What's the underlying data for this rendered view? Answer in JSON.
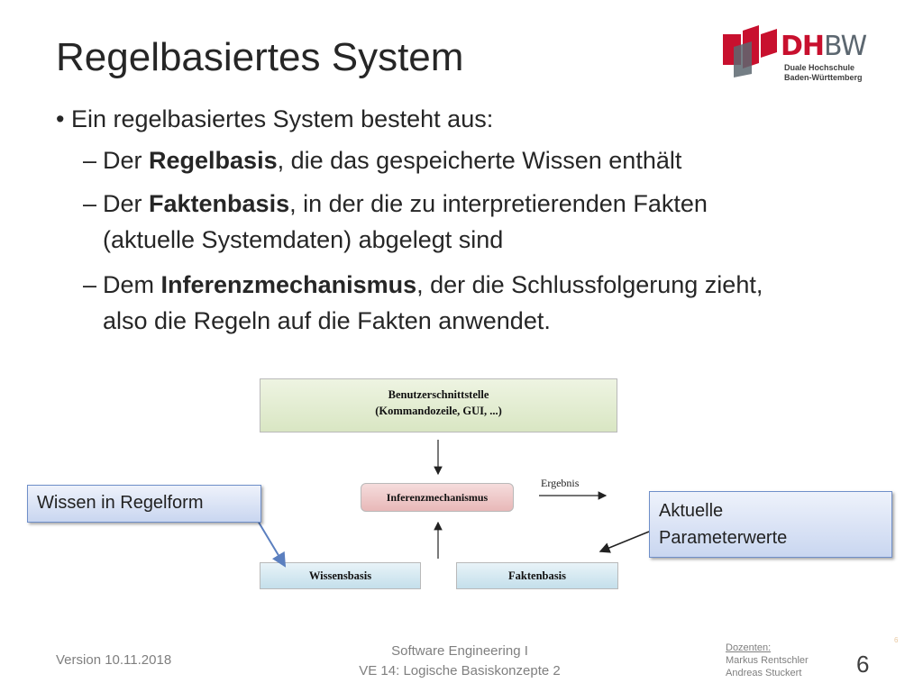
{
  "slide": {
    "title": "Regelbasiertes System",
    "bullet": "Ein regelbasiertes System besteht aus:",
    "items": [
      {
        "dash": "–",
        "pre": "Der ",
        "bold": "Regelbasis",
        "post": ", die das gespeicherte Wissen enthält",
        "line2": ""
      },
      {
        "dash": "–",
        "pre": "Der ",
        "bold": "Faktenbasis",
        "post": ", in der die zu interpretierenden Fakten",
        "line2": "(aktuelle Systemdaten) abgelegt sind"
      },
      {
        "dash": "–",
        "pre": "Dem ",
        "bold": "Inferenzmechanismus",
        "post": ", der die Schlussfolgerung zieht,",
        "line2": "also die Regeln auf die Fakten anwendet."
      }
    ]
  },
  "logo": {
    "brand_part1": "DH",
    "brand_part2": "BW",
    "line1": "Duale Hochschule",
    "line2": "Baden-Württemberg",
    "accent": "#c8102e",
    "secondary": "#5c6770"
  },
  "diagram": {
    "ui_line1": "Benutzerschnittstelle",
    "ui_line2": "(Kommandozeile, GUI, ...)",
    "inference": "Inferenzmechanismus",
    "result": "Ergebnis",
    "knowledge_base": "Wissensbasis",
    "fact_base": "Faktenbasis"
  },
  "callouts": {
    "left": "Wissen in Regelform",
    "right_line1": "Aktuelle",
    "right_line2": "Parameterwerte"
  },
  "footer": {
    "version": "Version 10.11.2018",
    "course_line1": "Software Engineering I",
    "course_line2": "VE 14: Logische Basiskonzepte 2",
    "lecturers_heading": "Dozenten:",
    "lecturer1": "Markus Rentschler",
    "lecturer2": "Andreas Stuckert",
    "page_number": "6",
    "small_page_number": "6"
  }
}
